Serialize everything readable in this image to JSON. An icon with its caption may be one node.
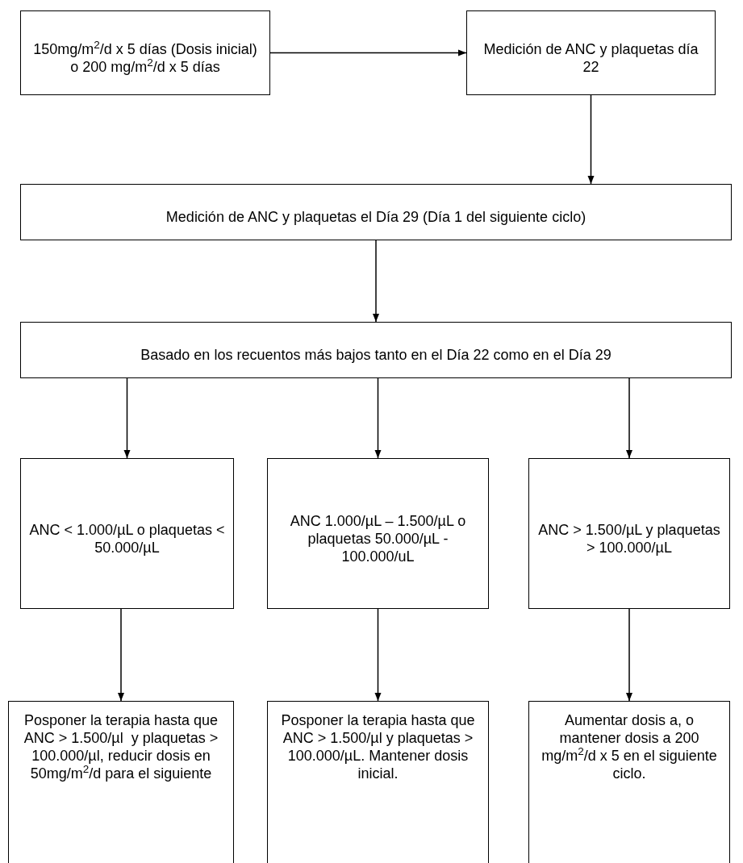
{
  "diagram": {
    "nodes": [
      {
        "text": [
          "150mg/m$^{2}$/d x 5 días (Dosis inicial) o 200 mg/m$^{2}$/d x 5 días"
        ]
      },
      {
        "text": [
          "Medición de ANC y plaquetas día 22"
        ]
      },
      {
        "text": [
          "Medición de ANC y plaquetas el Día 29 (Día 1 del siguiente ciclo)"
        ]
      },
      {
        "text": [
          "Basado en los recuentos más bajos tanto en el Día 22 como en el Día 29"
        ]
      },
      {
        "text": [
          "ANC < 1.000/µL o plaquetas < 50.000/µL"
        ]
      },
      {
        "text": [
          "ANC 1.000/µL – 1.500/µL o plaquetas 50.000/µL - 100.000/uL"
        ]
      },
      {
        "text": [
          "ANC > 1.500/µL y plaquetas > 100.000/µL"
        ]
      },
      {
        "text": [
          "Posponer la terapia hasta que ANC > 1.500/µl  y plaquetas > 100.000/µl, reducir dosis en 50mg/m$^{2}$/d para el siguiente"
        ]
      },
      {
        "text": [
          "Posponer la terapia hasta que ANC > 1.500/µl y plaquetas > 100.000/µL. Mantener dosis inicial."
        ]
      },
      {
        "text": [
          "Aumentar dosis a, o mantener dosis a 200 mg/m$^{2}$/d x 5 en el siguiente ciclo."
        ]
      }
    ],
    "edges": [
      {
        "from": 0,
        "to": 1,
        "arrow": "to"
      },
      {
        "from": 1,
        "to": 2,
        "arrow": "to"
      },
      {
        "from": 2,
        "to": 3,
        "arrow": "to"
      },
      {
        "from": 3,
        "to": 4,
        "arrow": "to"
      },
      {
        "from": 3,
        "to": 5,
        "arrow": "to"
      },
      {
        "from": 3,
        "to": 6,
        "arrow": "to"
      },
      {
        "from": 4,
        "to": 7,
        "arrow": "to"
      },
      {
        "from": 5,
        "to": 8,
        "arrow": "to"
      },
      {
        "from": 6,
        "to": 9,
        "arrow": "to"
      }
    ]
  }
}
